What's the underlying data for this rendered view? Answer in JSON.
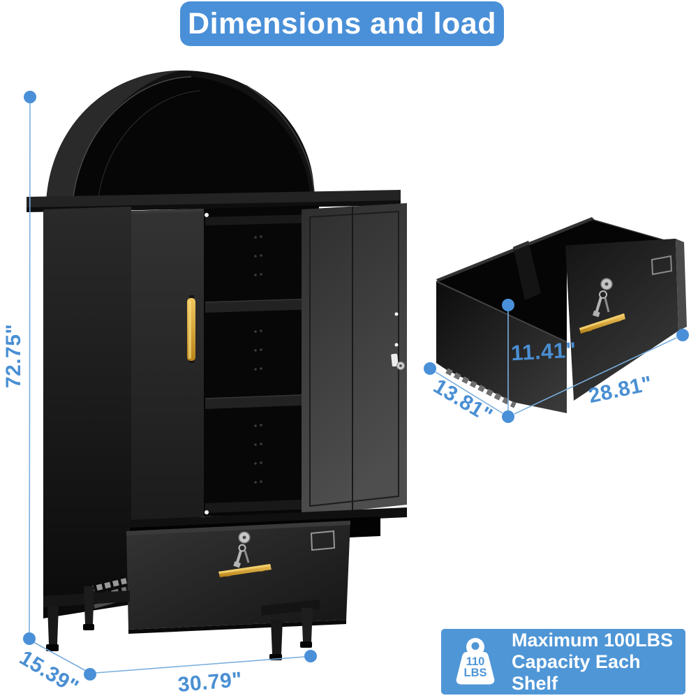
{
  "title": {
    "text": "Dimensions and load"
  },
  "colors": {
    "accent_blue": "#4a90d8",
    "badge_blue": "#4f96d6",
    "label_blue": "#4a8fd3",
    "gold_handle": "#d29b27",
    "cabinet_black": "#161616"
  },
  "cabinet_dimensions": {
    "height": "72.75\"",
    "depth": "15.39\"",
    "width": "30.79\""
  },
  "drawer_dimensions": {
    "height": "11.41\"",
    "depth": "13.81\"",
    "width": "28.81\""
  },
  "capacity_badge": {
    "icon": "weight-icon",
    "weight_value": "110",
    "weight_unit": "LBS",
    "line1": "Maximum 100LBS",
    "line2": "Capacity Each Shelf"
  }
}
